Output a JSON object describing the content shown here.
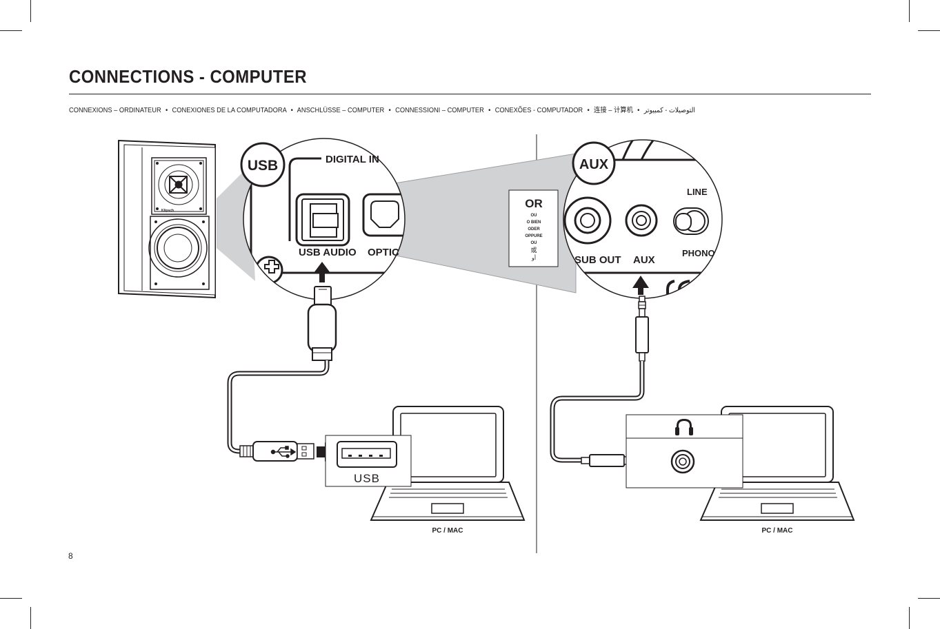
{
  "page": {
    "title": "CONNECTIONS - COMPUTER",
    "subtitle_items": [
      "CONNEXIONS – ORDINATEUR",
      "CONEXIONES DE LA COMPUTADORA",
      "ANSCHLÜSSE – COMPUTER",
      "CONNESSIONI – COMPUTER",
      "CONEXÕES - COMPUTADOR",
      "连接 – 计算机",
      "التوصيلات - كمبيوتر"
    ],
    "subtitle_separator": "•",
    "page_number": "8"
  },
  "usb_panel": {
    "badge": "USB",
    "section_label": "DIGITAL IN",
    "port_usb_label": "USB AUDIO",
    "port_optical_label": "OPTIC",
    "speaker_brand": "Klipsch",
    "computer_port_label": "USB",
    "computer_label": "PC / MAC"
  },
  "or_box": {
    "main": "OR",
    "translations": [
      "OU",
      "O BIEN",
      "ODER",
      "OPPURE",
      "OU",
      "或",
      "أو"
    ]
  },
  "aux_panel": {
    "badge": "AUX",
    "sub_out_label": "SUB OUT",
    "aux_label": "AUX",
    "line_label": "LINE",
    "phono_label": "PHONO",
    "computer_label": "PC / MAC"
  },
  "icons": [
    "usb-trident-icon",
    "headphones-icon",
    "screw-icon"
  ],
  "colors": {
    "ink": "#231f20",
    "beam": "#d1d2d4",
    "white": "#ffffff"
  }
}
